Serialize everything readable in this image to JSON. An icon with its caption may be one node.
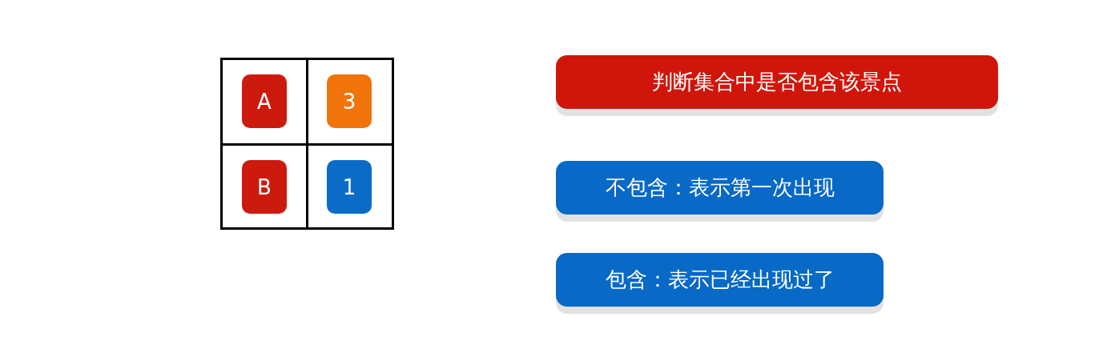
{
  "diagram": {
    "nodes": [
      {
        "text": [
          "A"
        ]
      },
      {
        "text": [
          "3"
        ]
      },
      {
        "text": [
          "B"
        ]
      },
      {
        "text": [
          "1"
        ]
      },
      {
        "text": [
          "判断集合中是否包含该景点"
        ]
      },
      {
        "text": [
          "不包含：表示第一次出现"
        ]
      },
      {
        "text": [
          "包含：表示已经出现过了"
        ]
      }
    ],
    "edges": []
  }
}
